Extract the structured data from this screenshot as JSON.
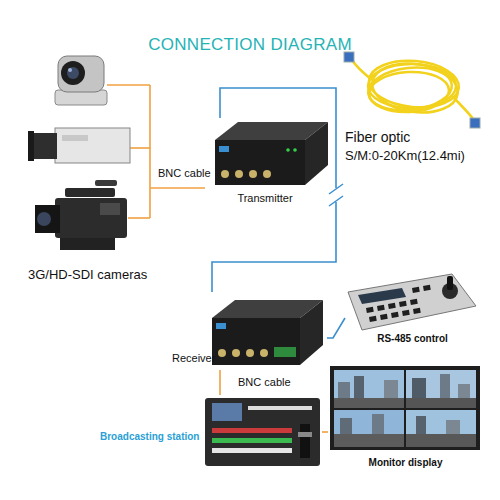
{
  "diagram": {
    "title": "CONNECTION DIAGRAM",
    "nodes": [
      {
        "text": [
          "3G/HD-SDI cameras"
        ]
      },
      {
        "text": [
          "Transmitter"
        ]
      },
      {
        "text": [
          "Fiber optic",
          "S/M:0-20Km(12.4mi)"
        ]
      },
      {
        "text": [
          "Receiver"
        ]
      },
      {
        "text": [
          "RS-485 control"
        ]
      },
      {
        "text": [
          "Broadcasting station"
        ]
      },
      {
        "text": [
          "Monitor display"
        ]
      }
    ],
    "edges": [
      {
        "from": 0,
        "to": 1,
        "arrow": "none",
        "label": "BNC cable"
      },
      {
        "from": 1,
        "to": 3,
        "arrow": "none"
      },
      {
        "from": 3,
        "to": 4,
        "arrow": "none"
      },
      {
        "from": 3,
        "to": 5,
        "arrow": "none",
        "label": "BNC cable"
      },
      {
        "from": 5,
        "to": 6,
        "arrow": "none"
      }
    ]
  }
}
